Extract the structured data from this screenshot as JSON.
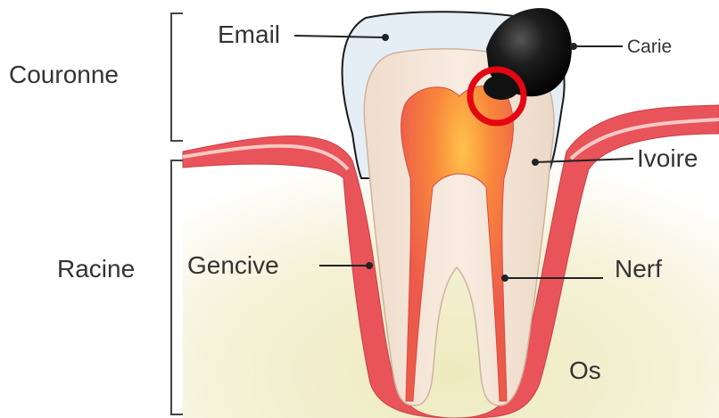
{
  "labels": {
    "couronne": "Couronne",
    "racine": "Racine",
    "email": "Email",
    "carie": "Carie",
    "ivoire": "Ivoire",
    "gencive": "Gencive",
    "nerf": "Nerf",
    "os": "Os"
  },
  "colors": {
    "gum": "#e8545a",
    "gum_light": "#f6b2ae",
    "dentin": "#f3e2d2",
    "pulp": "#ef6a4a",
    "pulp_core": "#ffbf45",
    "enamel": "#e6eef5",
    "caries": "#111111",
    "bone": "#f4f0cf",
    "highlight_ring": "#e30613",
    "text": "#333333"
  }
}
